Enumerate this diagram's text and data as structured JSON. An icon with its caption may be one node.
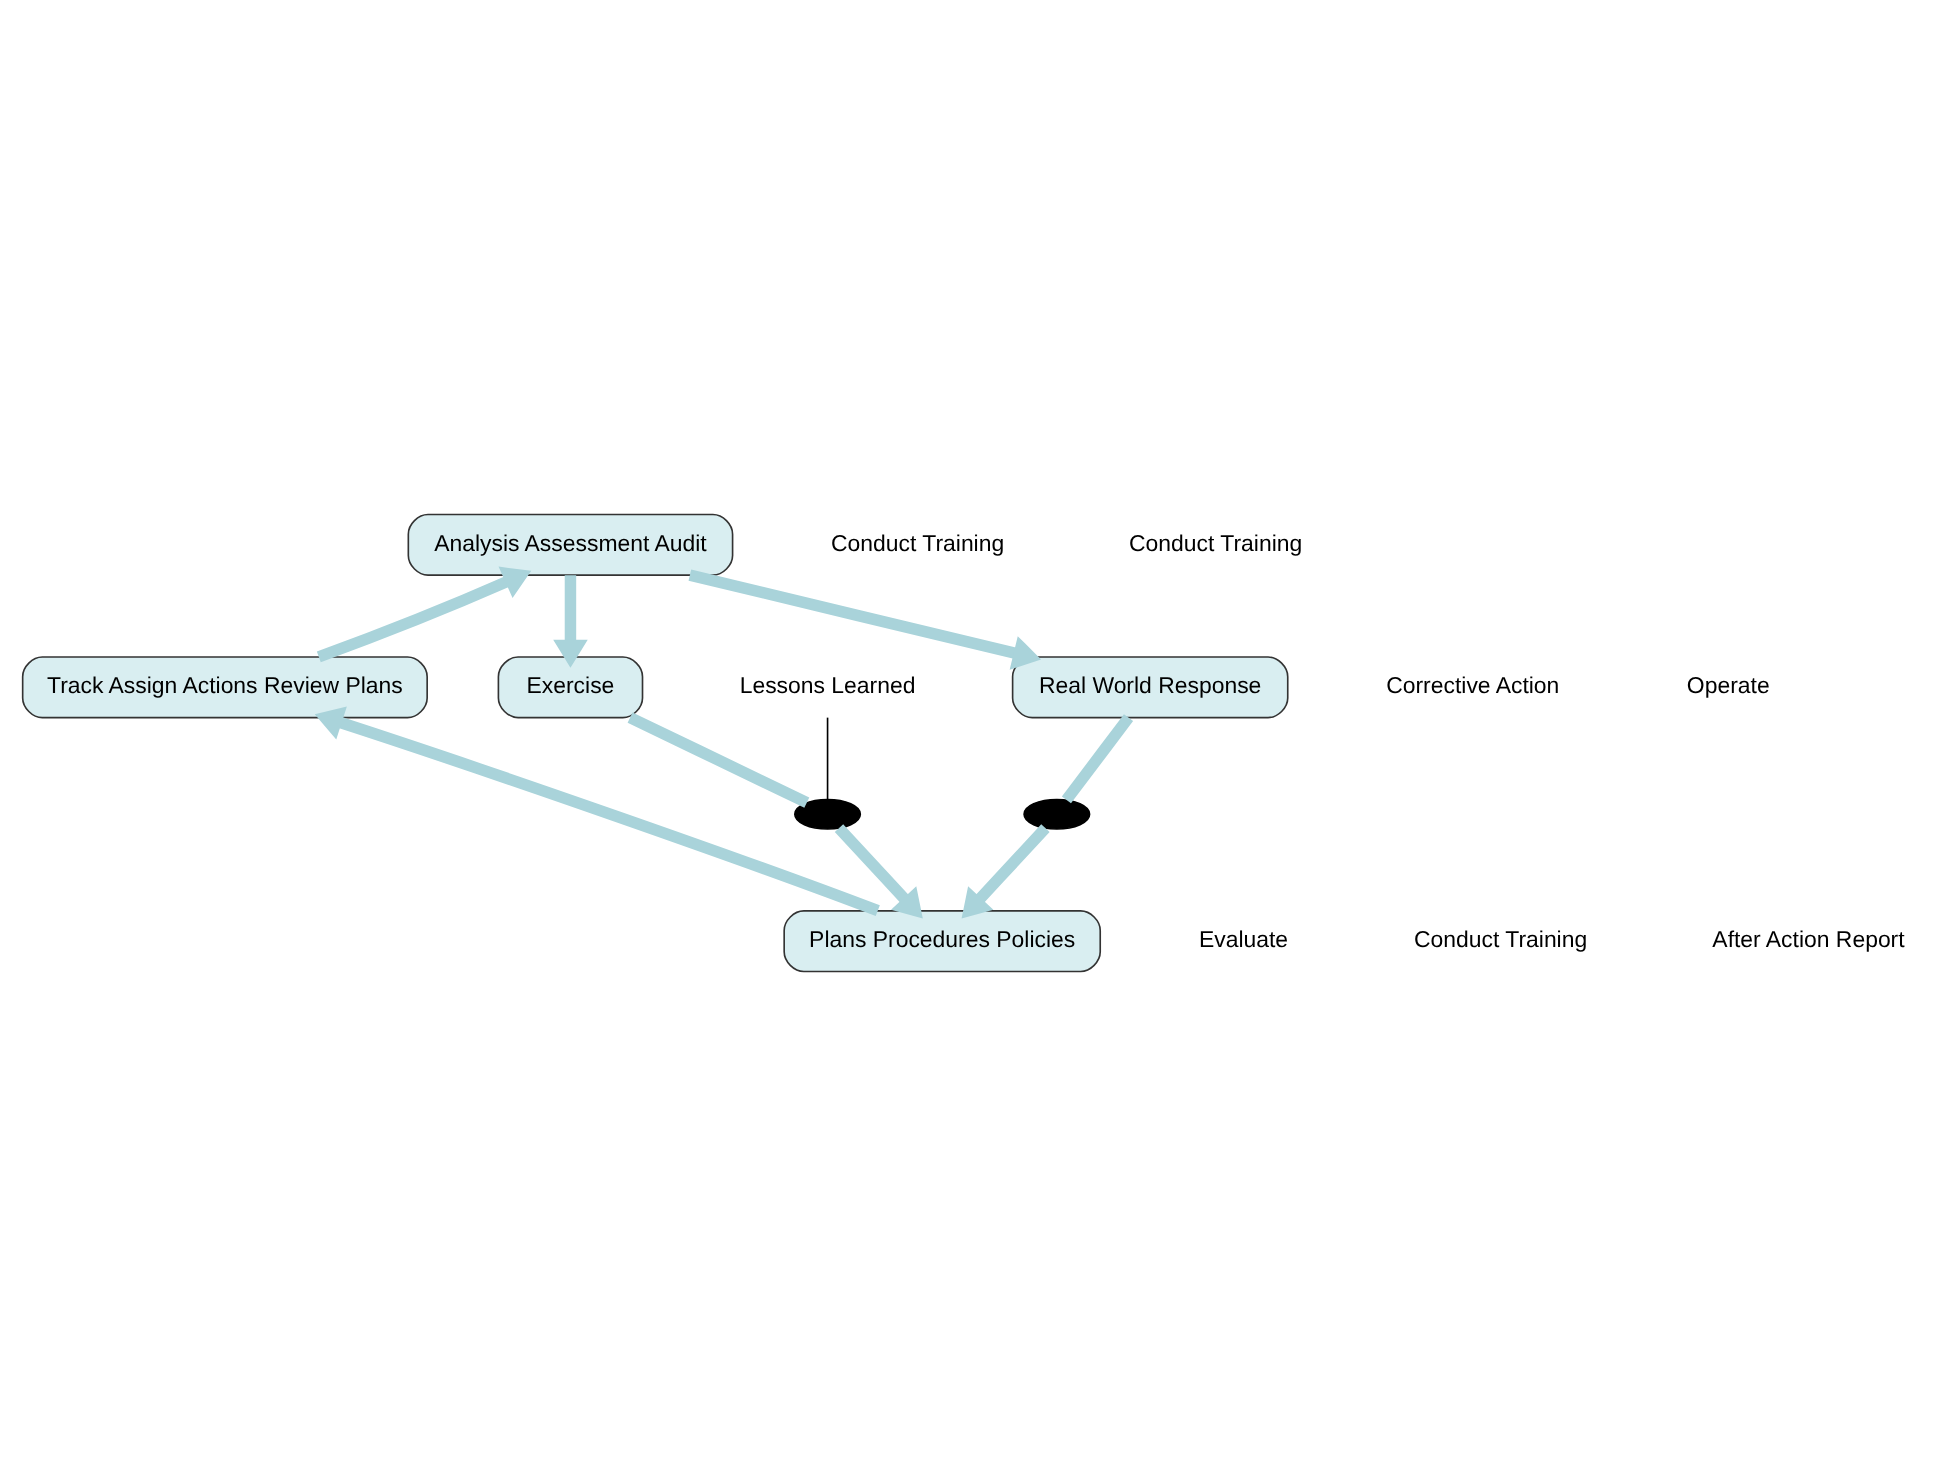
{
  "diagram": {
    "nodes": [
      {
        "text": [
          "Analysis Assessment Audit"
        ]
      },
      {
        "text": [
          "Track Assign Actions Review Plans"
        ]
      },
      {
        "text": [
          "Exercise"
        ]
      },
      {
        "text": [
          "Real World Response"
        ]
      },
      {
        "text": [
          "Lessons Learned"
        ]
      },
      {
        "text": [],
        "shape": "ellipse"
      },
      {
        "text": [],
        "shape": "ellipse"
      },
      {
        "text": [
          "Plans Procedures Policies"
        ]
      }
    ],
    "edges": [
      {
        "from": 1,
        "to": 0,
        "arrow": "to"
      },
      {
        "from": 0,
        "to": 2,
        "arrow": "to"
      },
      {
        "from": 0,
        "to": 3,
        "arrow": "to"
      },
      {
        "from": 4,
        "to": 5,
        "arrow": "none",
        "color": "#000000"
      },
      {
        "from": 2,
        "to": 5,
        "arrow": "none"
      },
      {
        "from": 5,
        "to": 7,
        "arrow": "to"
      },
      {
        "from": 3,
        "to": 6,
        "arrow": "none"
      },
      {
        "from": 6,
        "to": 7,
        "arrow": "to"
      },
      {
        "from": 7,
        "to": 1,
        "arrow": "to"
      }
    ],
    "labels": [
      "Conduct Training",
      "Conduct Training",
      "Corrective Action",
      "Operate",
      "Evaluate",
      "Conduct Training",
      "After Action Report"
    ]
  }
}
